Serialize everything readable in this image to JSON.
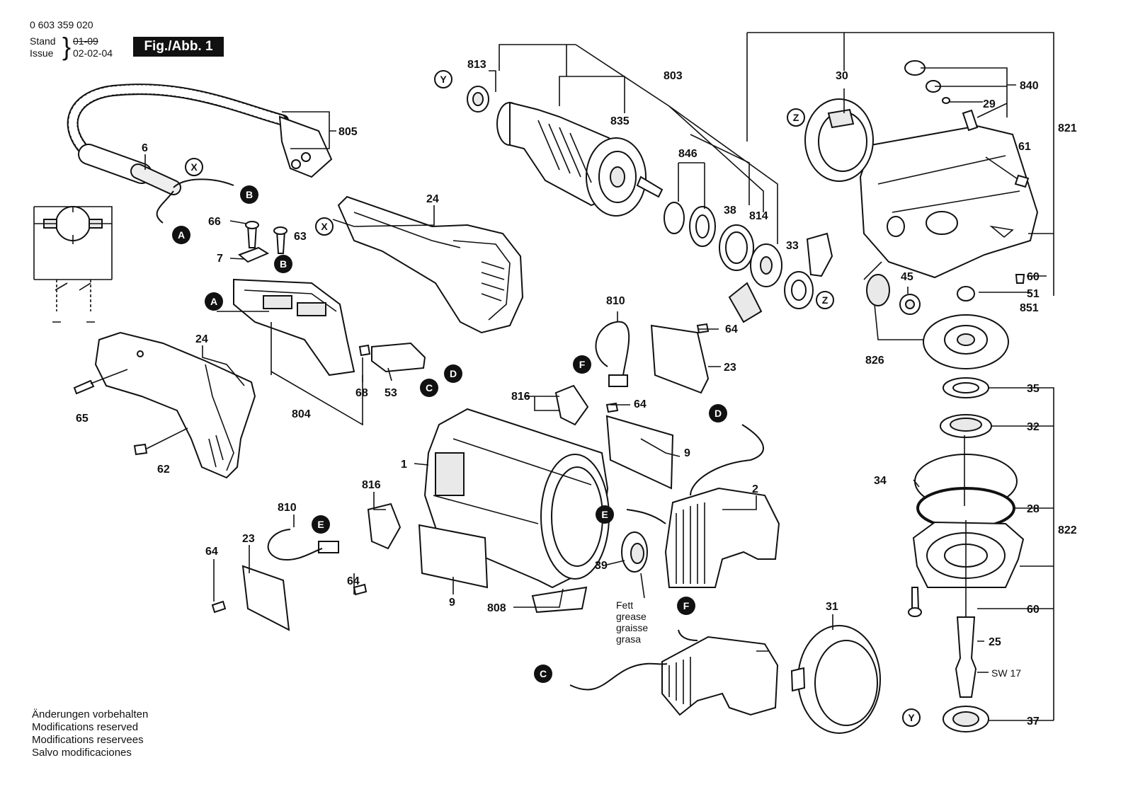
{
  "header": {
    "part_number": "0 603 359 020",
    "stand_label": "Stand",
    "issue_label": "Issue",
    "old_date": "01-09",
    "date": "02-02-04",
    "figure_label": "Fig./Abb. 1"
  },
  "footer_notes": [
    "Änderungen vorbehalten",
    "Modifications reserved",
    "Modifications reservees",
    "Salvo modificaciones"
  ],
  "grease_note": [
    "Fett",
    "grease",
    "graisse",
    "grasa"
  ],
  "wrench_size": "SW 17",
  "part_labels": [
    "813",
    "835",
    "803",
    "846",
    "38",
    "814",
    "33",
    "30",
    "840",
    "29",
    "821",
    "61",
    "805",
    "6",
    "24",
    "66",
    "63",
    "7",
    "24",
    "65",
    "62",
    "804",
    "68",
    "53",
    "810",
    "23",
    "64",
    "816",
    "64",
    "9",
    "1",
    "816",
    "810",
    "23",
    "64",
    "64",
    "9",
    "39",
    "808",
    "2",
    "31",
    "45",
    "826",
    "60",
    "51",
    "851",
    "35",
    "32",
    "34",
    "28",
    "822",
    "60",
    "25",
    "37"
  ],
  "connector_tags": [
    "X",
    "B",
    "A",
    "X",
    "B",
    "A",
    "D",
    "C",
    "F",
    "D",
    "E",
    "E",
    "F",
    "C",
    "Y",
    "Y",
    "Z",
    "Z"
  ],
  "palette": {
    "ink": "#111111",
    "paper": "#ffffff",
    "shade": "#e9e9e9"
  }
}
